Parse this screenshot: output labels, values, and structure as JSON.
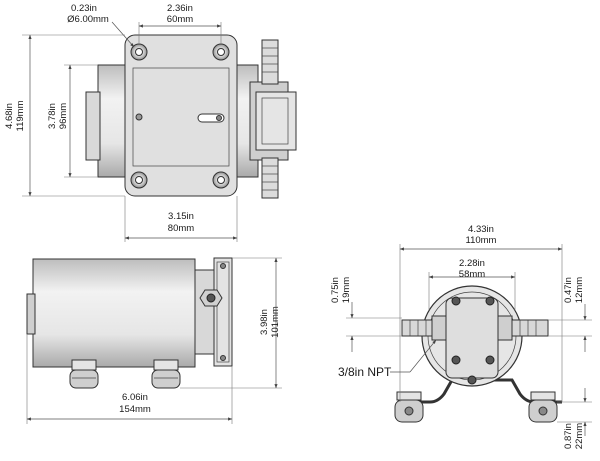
{
  "top_view": {
    "hole_dim_in": "0.23in",
    "hole_dim_mm": "Ø6.00mm",
    "hole_spacing_in": "2.36in",
    "hole_spacing_mm": "60mm",
    "height_in": "4.68in",
    "height_mm": "119mm",
    "body_height_in": "3.78in",
    "body_height_mm": "96mm",
    "bracket_width_in": "3.15in",
    "bracket_width_mm": "80mm"
  },
  "side_view": {
    "length_in": "6.06in",
    "length_mm": "154mm",
    "height_in": "3.98in",
    "height_mm": "101mm"
  },
  "end_view": {
    "overall_width_in": "4.33in",
    "overall_width_mm": "110mm",
    "head_width_in": "2.28in",
    "head_width_mm": "58mm",
    "port_offset_left_in": "0.75in",
    "port_offset_left_mm": "19mm",
    "port_offset_right_in": "0.47in",
    "port_offset_right_mm": "12mm",
    "foot_height_in": "0.87in",
    "foot_height_mm": "22mm",
    "port_label": "3/8in NPT"
  },
  "colors": {
    "line": "#333333",
    "body_fill": "#d6d6d6",
    "body_light": "#ececec",
    "dark": "#1a1a1a"
  }
}
